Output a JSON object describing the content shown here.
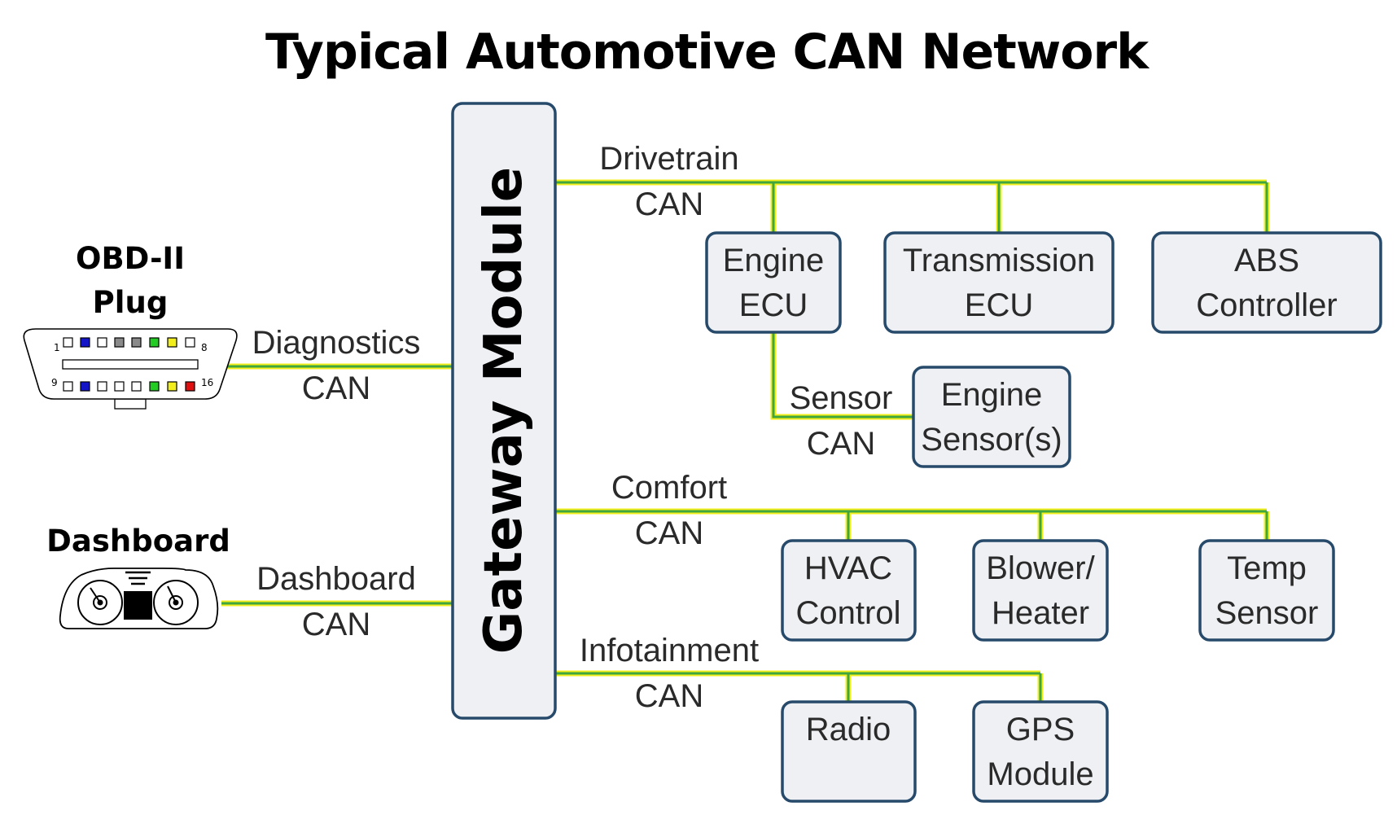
{
  "title": "Typical Automotive CAN Network",
  "gateway": {
    "label": "Gateway Module"
  },
  "left_devices": {
    "obd": {
      "title_line1": "OBD-II",
      "title_line2": "Plug",
      "pin_first": "1",
      "pin_8": "8",
      "pin_9": "9",
      "pin_16": "16"
    },
    "dashboard": {
      "title": "Dashboard"
    }
  },
  "buses": {
    "diagnostics": {
      "line1": "Diagnostics",
      "line2": "CAN"
    },
    "dashboard": {
      "line1": "Dashboard",
      "line2": "CAN"
    },
    "drivetrain": {
      "line1": "Drivetrain",
      "line2": "CAN"
    },
    "sensor": {
      "line1": "Sensor",
      "line2": "CAN"
    },
    "comfort": {
      "line1": "Comfort",
      "line2": "CAN"
    },
    "infotainment": {
      "line1": "Infotainment",
      "line2": "CAN"
    }
  },
  "nodes": {
    "engine_ecu": {
      "line1": "Engine",
      "line2": "ECU"
    },
    "transmission_ecu": {
      "line1": "Transmission",
      "line2": "ECU"
    },
    "abs_controller": {
      "line1": "ABS",
      "line2": "Controller"
    },
    "engine_sensors": {
      "line1": "Engine",
      "line2": "Sensor(s)"
    },
    "hvac_control": {
      "line1": "HVAC",
      "line2": "Control"
    },
    "blower_heater": {
      "line1": "Blower/",
      "line2": "Heater"
    },
    "temp_sensor": {
      "line1": "Temp",
      "line2": "Sensor"
    },
    "radio": {
      "line1": "Radio",
      "line2": ""
    },
    "gps_module": {
      "line1": "GPS",
      "line2": "Module"
    }
  },
  "colors": {
    "bus_outer": "#f2ee1c",
    "bus_inner": "#3fa63f",
    "box_border": "#274a6b",
    "box_fill": "#eef0f3"
  }
}
